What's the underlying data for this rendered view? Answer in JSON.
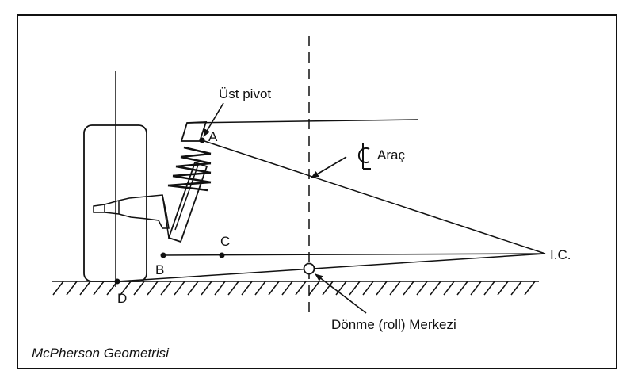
{
  "labels": {
    "upper_pivot": "Üst pivot",
    "point_a": "A",
    "point_b": "B",
    "point_c": "C",
    "point_d": "D",
    "instant_center": "I.C.",
    "centerline": "Araç",
    "roll_center": "Dönme (roll) Merkezi"
  },
  "caption": "McPherson Geometrisi",
  "colors": {
    "ink": "#111111",
    "background": "#ffffff"
  },
  "icons": {
    "centerline_symbol": "centerline-icon"
  }
}
